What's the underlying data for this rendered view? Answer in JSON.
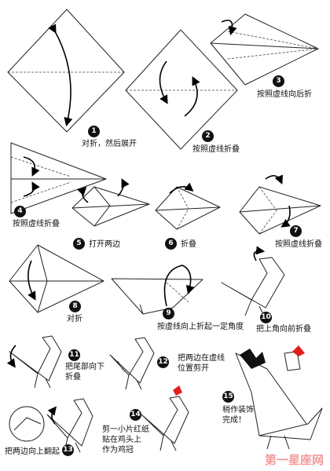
{
  "steps": [
    {
      "num": "1",
      "caption": "对折，然后展开"
    },
    {
      "num": "2",
      "caption": "按照虚线折叠"
    },
    {
      "num": "3",
      "caption": "按照虚线向后折"
    },
    {
      "num": "4",
      "caption": "按照虚线折叠"
    },
    {
      "num": "5",
      "caption": "打开两边"
    },
    {
      "num": "6",
      "caption": "折叠"
    },
    {
      "num": "7",
      "caption": "按照虚线折叠"
    },
    {
      "num": "8",
      "caption": "对折"
    },
    {
      "num": "9",
      "caption": "按虚线向上折起一定角度"
    },
    {
      "num": "10",
      "caption": "把上角向前折叠"
    },
    {
      "num": "11",
      "caption": "把尾部向下\n折叠"
    },
    {
      "num": "12",
      "caption": "把两边在虚线\n位置剪开"
    },
    {
      "num": "13",
      "caption": "把两边向上翻起"
    },
    {
      "num": "14",
      "caption": "剪一小片红纸\n贴在鸡头上\n作为鸡冠"
    },
    {
      "num": "15",
      "caption": "稍作装饰\n完成！"
    }
  ],
  "watermark": "第一星座网",
  "colors": {
    "comb": "#e0201c",
    "line": "#222222"
  }
}
